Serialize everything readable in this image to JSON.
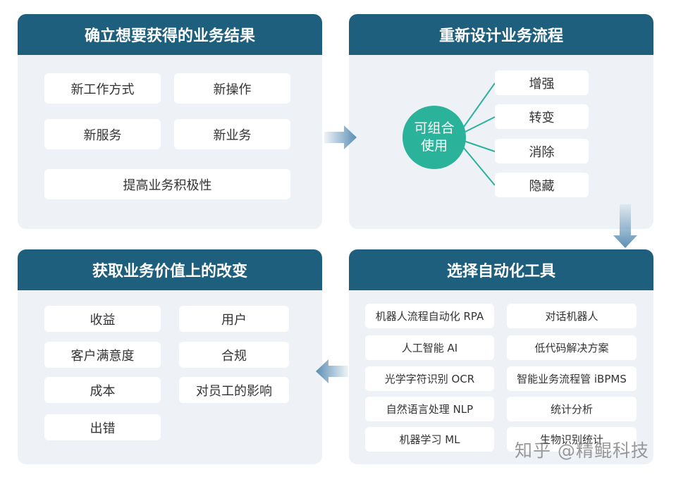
{
  "panels": {
    "results": {
      "title": "确立想要获得的业务结果",
      "items": [
        "新工作方式",
        "新操作",
        "新服务",
        "新业务",
        "提高业务积极性"
      ]
    },
    "redesign": {
      "title": "重新设计业务流程",
      "center_line1": "可组合",
      "center_line2": "使用",
      "items": [
        "增强",
        "转变",
        "消除",
        "隐藏"
      ]
    },
    "tools": {
      "title": "选择自动化工具",
      "items": [
        "机器人流程自动化 RPA",
        "对话机器人",
        "人工智能 AI",
        "低代码解决方案",
        "光学字符识别 OCR",
        "智能业务流程管 iBPMS",
        "自然语言处理 NLP",
        "统计分析",
        "机器学习 ML",
        "生物识别统计"
      ]
    },
    "value": {
      "title": "获取业务价值上的改变",
      "items": [
        "收益",
        "用户",
        "客户满意度",
        "合规",
        "成本",
        "对员工的影响",
        "出错"
      ]
    }
  },
  "colors": {
    "header": "#1e5f7e",
    "panel_bg": "#eef2f7",
    "circle": "#2ab29a",
    "arrow": "#5b8fb5"
  },
  "watermark": "知乎 @精鲲科技"
}
